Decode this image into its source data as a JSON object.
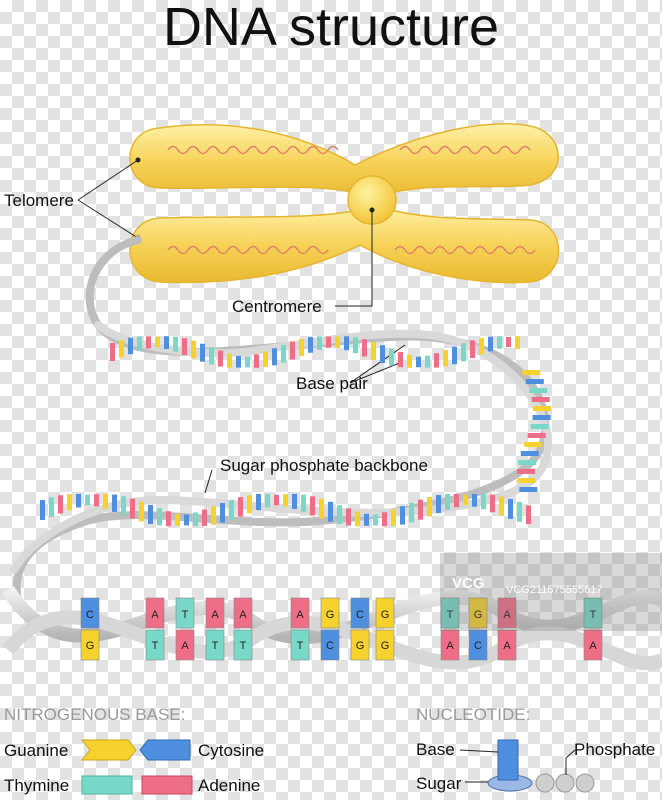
{
  "title": "DNA structure",
  "labels": {
    "telomere": "Telomere",
    "centromere": "Centromere",
    "base_pair": "Base pair",
    "backbone": "Sugar phosphate backbone"
  },
  "legend": {
    "nitrogenous_heading": "NITROGENOUS BASE:",
    "guanine": "Guanine",
    "cytosine": "Cytosine",
    "thymine": "Thymine",
    "adenine": "Adenine",
    "nucleotide_heading": "NUCLEOTIDE:",
    "base": "Base",
    "phosphate": "Phosphate",
    "sugar": "Sugar"
  },
  "colors": {
    "guanine": "#f5d22e",
    "cytosine": "#4f8fe0",
    "thymine": "#79d9c9",
    "adenine": "#ee6e87",
    "chromosome": "#f7d35a",
    "backbone": "#c9c9c9"
  },
  "helix_bases": {
    "top": [
      "C",
      "A",
      "T",
      "A",
      "A",
      "A",
      "G",
      "C",
      "G",
      "T",
      "G",
      "A",
      "T"
    ],
    "bottom": [
      "G",
      "T",
      "A",
      "T",
      "T",
      "T",
      "C",
      "G",
      "G",
      "A",
      "C",
      "A",
      "A"
    ]
  },
  "watermark": {
    "logo": "VCG",
    "id": "VCG211575555617"
  }
}
